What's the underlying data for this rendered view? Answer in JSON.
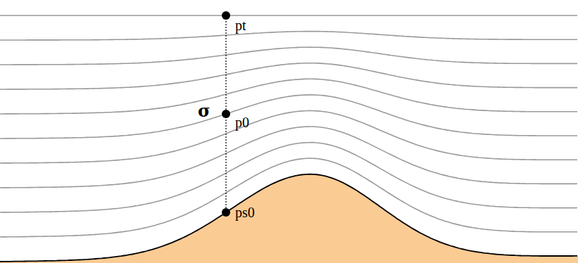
{
  "diagram": {
    "labels": [
      "pt",
      "σ",
      "p0",
      "ps0"
    ]
  }
}
